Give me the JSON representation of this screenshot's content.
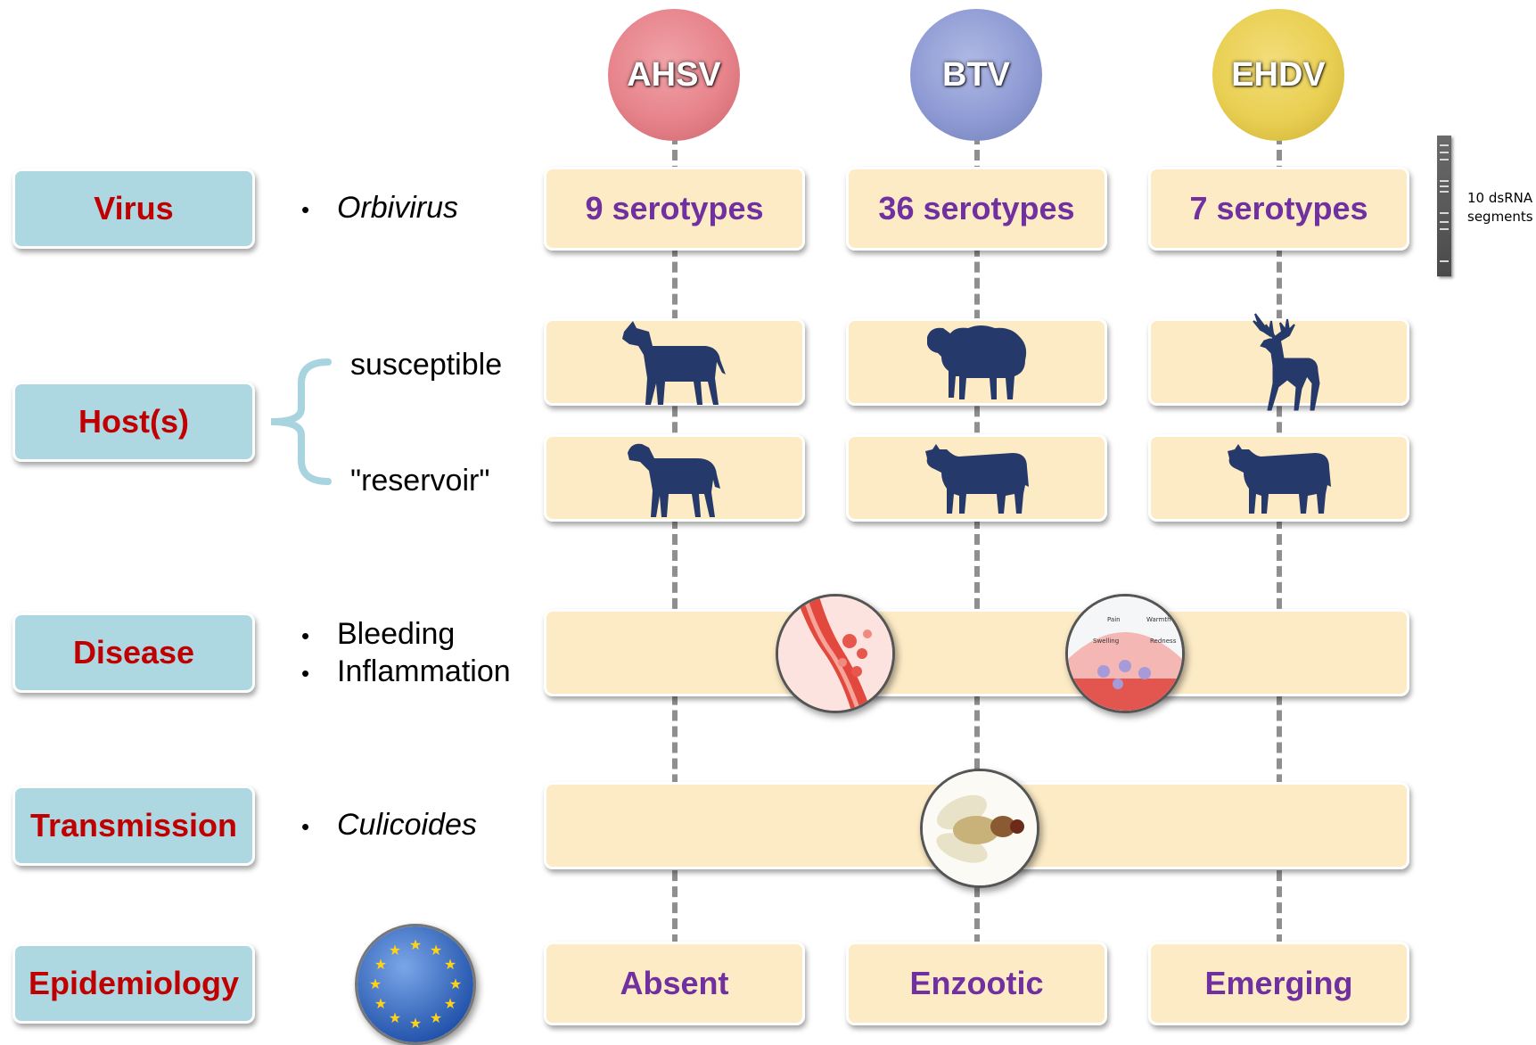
{
  "viruses": [
    {
      "name": "AHSV",
      "color": "#e7838b"
    },
    {
      "name": "BTV",
      "color": "#8f9bd4"
    },
    {
      "name": "EHDV",
      "color": "#e9cf52"
    }
  ],
  "rows": {
    "virus": {
      "label": "Virus",
      "description": "Orbivirus",
      "values": [
        "9 serotypes",
        "36 serotypes",
        "7 serotypes"
      ],
      "gel_label": "10 dsRNA segments"
    },
    "host": {
      "label": "Host(s)",
      "susceptible": "susceptible",
      "reservoir": "\"reservoir\"",
      "susceptible_icons": [
        "horse-icon",
        "sheep-icon",
        "deer-icon"
      ],
      "reservoir_icons": [
        "zebra-icon",
        "cow-icon",
        "cow-icon"
      ]
    },
    "disease": {
      "label": "Disease",
      "items": [
        "Bleeding",
        "Inflammation"
      ],
      "icons": [
        "bleeding-vessel-icon",
        "inflammation-icon"
      ],
      "inflammation_words": [
        "Pain",
        "Warmth",
        "Swelling",
        "Redness"
      ]
    },
    "transmission": {
      "label": "Transmission",
      "description": "Culicoides",
      "icon": "midge-icon"
    },
    "epidemiology": {
      "label": "Epidemiology",
      "icon": "eu-flag-globe-icon",
      "values": [
        "Absent",
        "Enzootic",
        "Emerging"
      ]
    }
  },
  "colors": {
    "label_bg": "#add8e1",
    "label_text": "#c00000",
    "cell_bg": "#fdebc6",
    "value_text": "#7030a0",
    "connector": "#8f8f8f",
    "brace": "#a8d4df"
  }
}
